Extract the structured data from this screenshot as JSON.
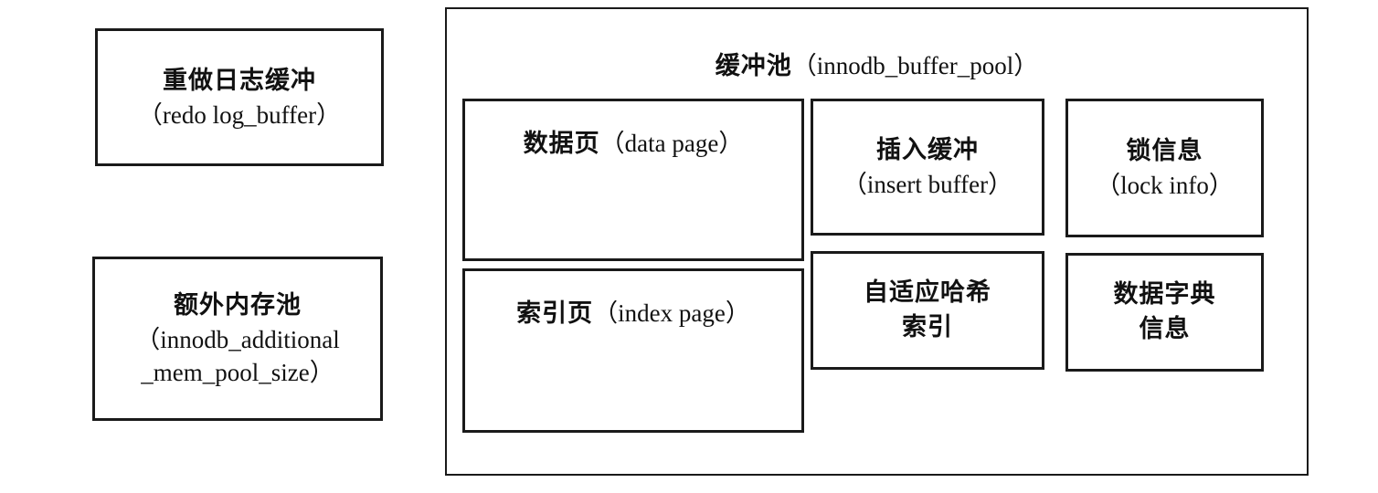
{
  "redo_buffer": {
    "name": "重做日志缓冲",
    "english": "（redo log_buffer）"
  },
  "additional_mem_pool": {
    "name": "额外内存池",
    "english_line1": "（innodb_additional",
    "english_line2": "_mem_pool_size）"
  },
  "buffer_pool": {
    "name": "缓冲池",
    "english": "（innodb_buffer_pool）",
    "data_page": {
      "name": "数据页",
      "english": "（data page）"
    },
    "index_page": {
      "name": "索引页",
      "english": "（index page）"
    },
    "insert_buffer": {
      "name": "插入缓冲",
      "english": "（insert buffer）"
    },
    "lock_info": {
      "name": "锁信息",
      "english": "（lock info）"
    },
    "adaptive_hash_index": {
      "line1": "自适应哈希",
      "line2": "索引"
    },
    "data_dictionary": {
      "line1": "数据字典",
      "line2": "信息"
    }
  }
}
